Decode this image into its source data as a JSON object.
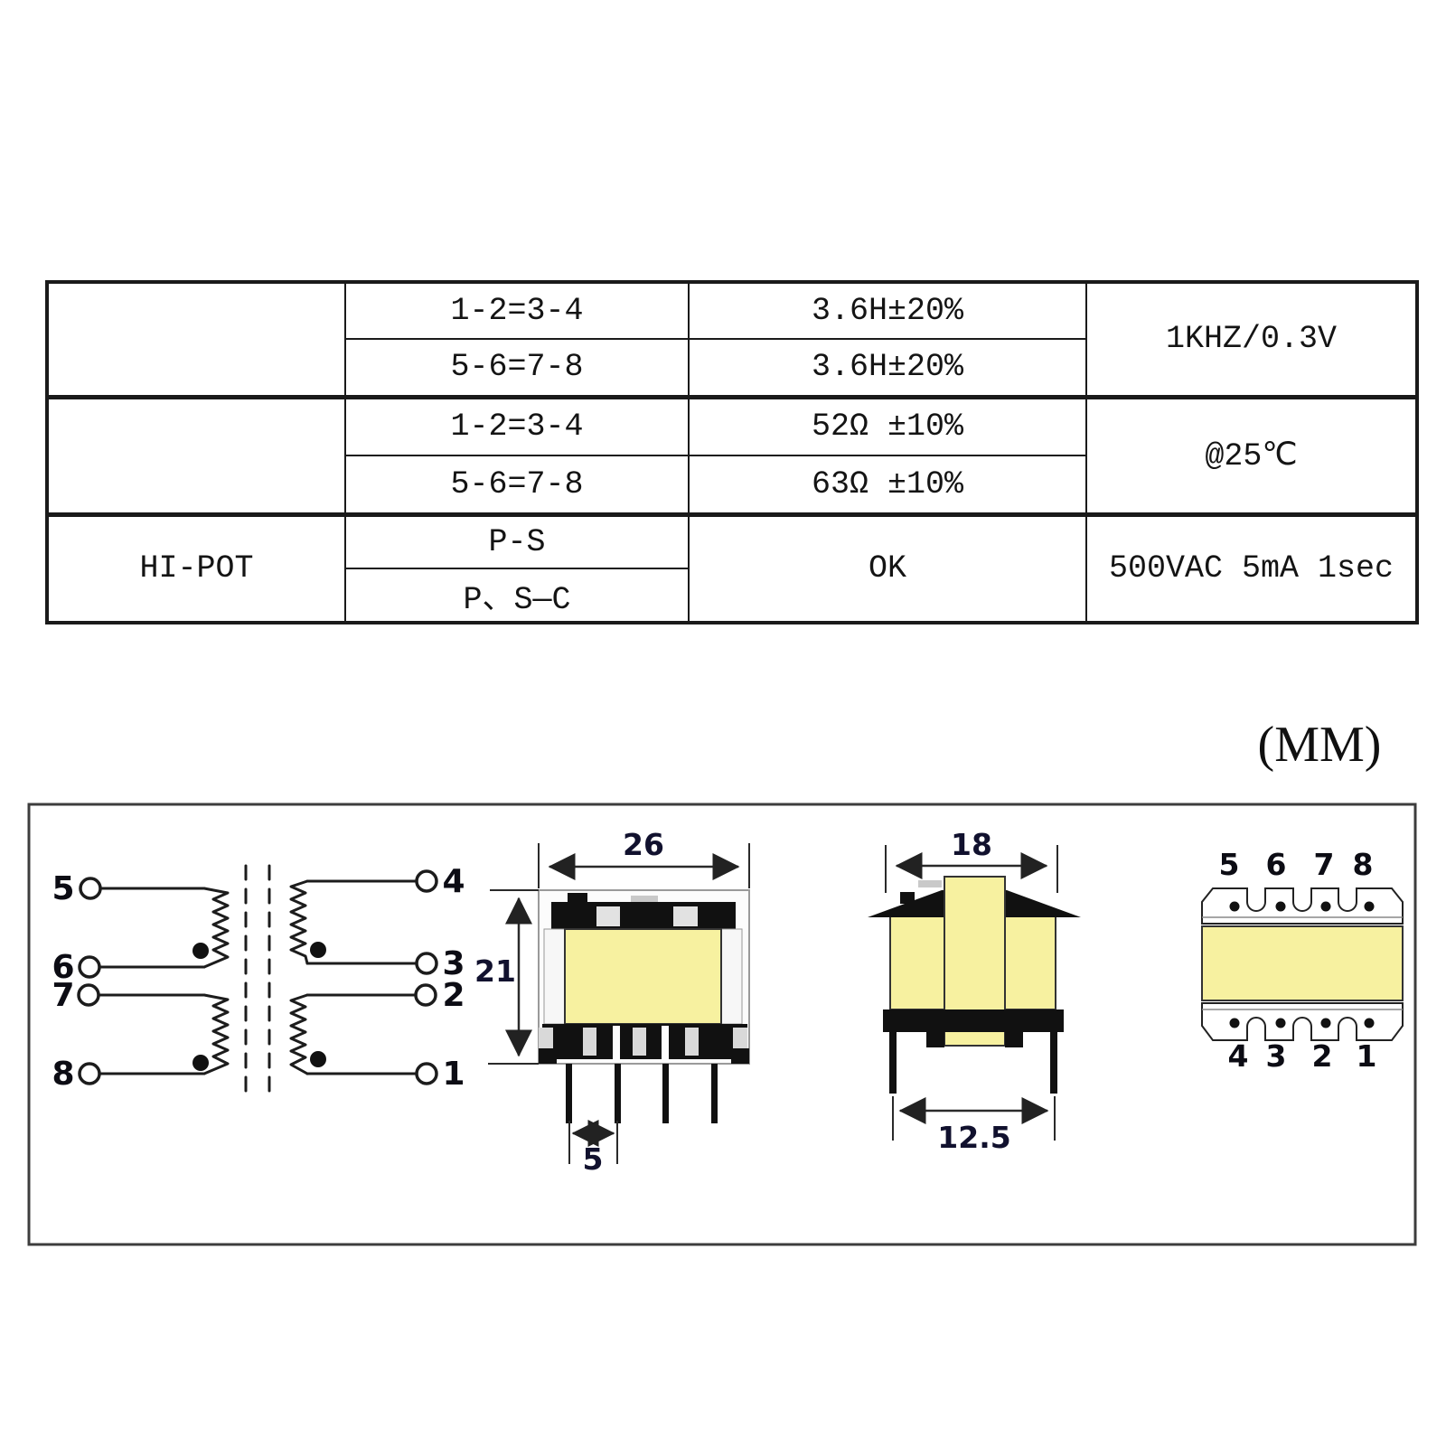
{
  "units_note": "(MM)",
  "spec_table": {
    "groups": [
      {
        "label": "",
        "condition": "1KHZ/0.3V",
        "rows": [
          {
            "winding": "1-2=3-4",
            "value": "3.6H±20%"
          },
          {
            "winding": "5-6=7-8",
            "value": "3.6H±20%"
          }
        ]
      },
      {
        "label": "",
        "condition": "@25℃",
        "rows": [
          {
            "winding": "1-2=3-4",
            "value": "52Ω ±10%"
          },
          {
            "winding": "5-6=7-8",
            "value": "63Ω ±10%"
          }
        ]
      },
      {
        "label": "HI-POT",
        "condition": "500VAC 5mA 1sec",
        "result": "OK",
        "rows": [
          {
            "winding": "P-S"
          },
          {
            "winding": "P、S—C"
          }
        ]
      }
    ]
  },
  "schematic": {
    "left_pins": [
      "5",
      "6",
      "7",
      "8"
    ],
    "right_pins": [
      "4",
      "3",
      "2",
      "1"
    ]
  },
  "dimensions": {
    "front_width": "26",
    "front_height": "21",
    "pin_pitch": "5",
    "side_width": "18",
    "pin_row_span": "12.5"
  },
  "bottom_view": {
    "top_pins": [
      "5",
      "6",
      "7",
      "8"
    ],
    "bottom_pins": [
      "4",
      "3",
      "2",
      "1"
    ]
  },
  "colors": {
    "winding_yellow": "#f7f1a0",
    "line": "#1c1c1c",
    "dimension_text": "#11112e"
  }
}
